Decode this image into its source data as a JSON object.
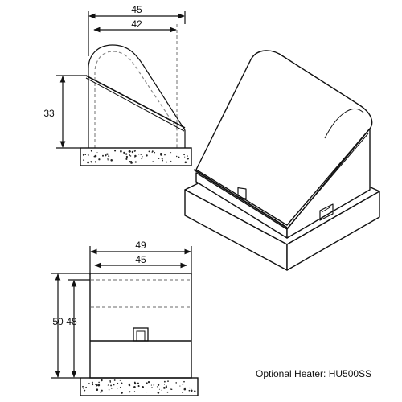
{
  "side_view": {
    "dim_outer": "45",
    "dim_inner": "42",
    "dim_height": "33"
  },
  "front_view": {
    "dim_outer": "49",
    "dim_inner": "45",
    "dim_height_outer": "50",
    "dim_height_inner": "48"
  },
  "caption": "Optional Heater: HU500SS",
  "colors": {
    "line": "#111111",
    "hidden": "#888888",
    "concrete_dot": "#222222"
  }
}
